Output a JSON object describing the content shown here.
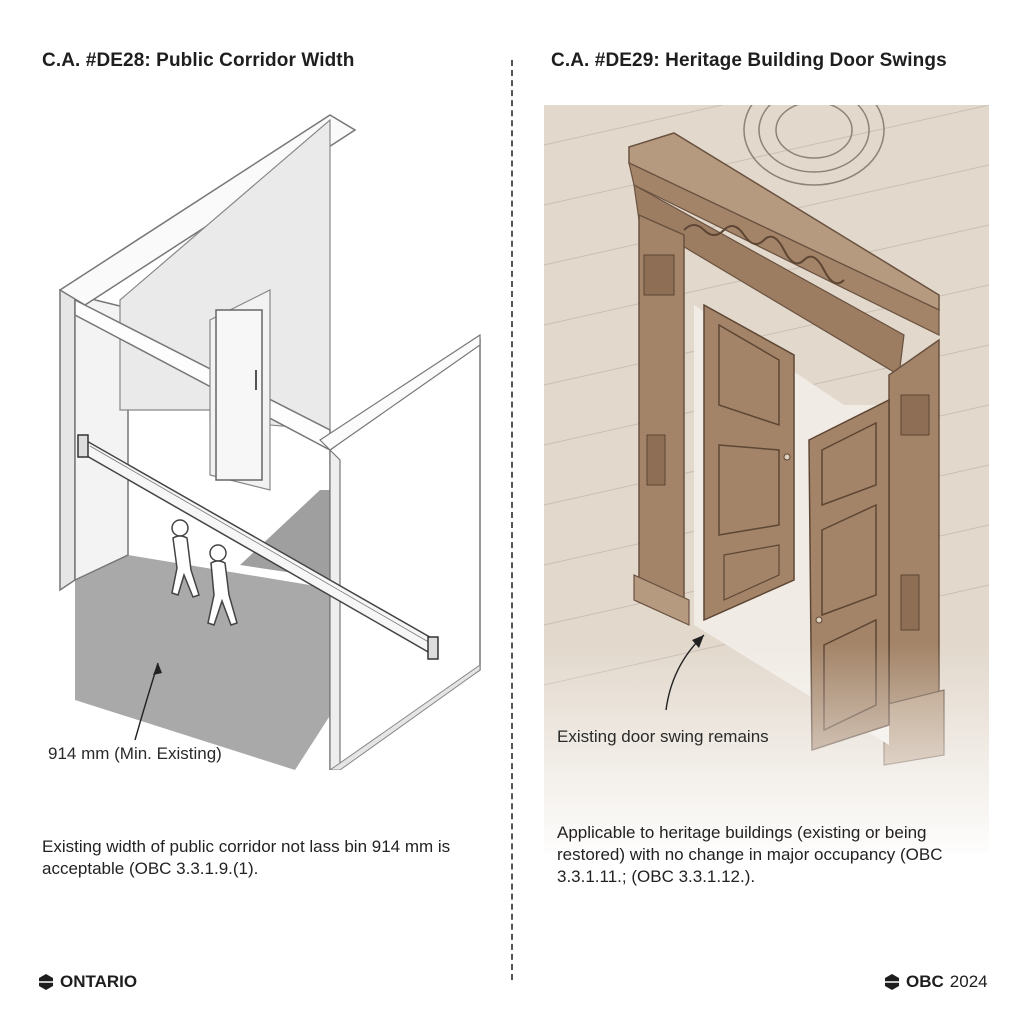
{
  "panels": {
    "left": {
      "title": "C.A. #DE28: Public Corridor Width",
      "measure_label": "914 mm (Min. Existing)",
      "body": "Existing width of public corridor not lass bin 914 mm is acceptable (OBC 3.3.1.9.(1)."
    },
    "right": {
      "title": "C.A. #DE29: Heritage Building Door Swings",
      "swing_label": "Existing door swing remains",
      "body": "Applicable to heritage buildings (existing or being restored) with no change in major occupancy (OBC 3.3.1.11.; (OBC 3.3.1.12.)."
    }
  },
  "footer": {
    "left_brand": "ONTARIO",
    "right_code": "OBC",
    "right_year": "2024"
  },
  "colors": {
    "text": "#1e1e1e",
    "wall": "#efefef",
    "floor": "#a9a9a9",
    "wood": "#a38468",
    "stone": "#e2d8cc"
  }
}
